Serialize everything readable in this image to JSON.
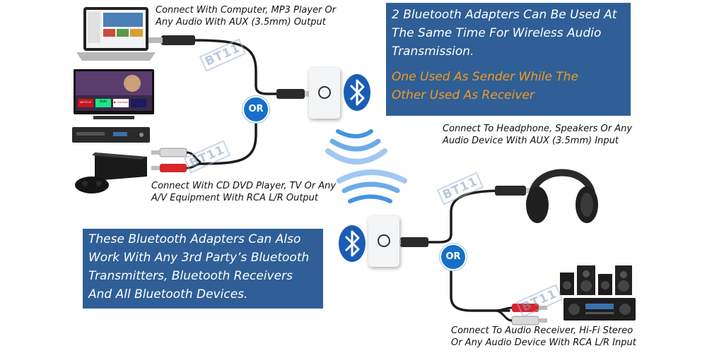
{
  "captions": {
    "computer": [
      "Connect With Computer, MP3 Player Or",
      "Any Audio With AUX (3.5mm) Output"
    ],
    "dvd": [
      "Connect With CD DVD Player, TV Or Any",
      "A/V Equipment With RCA L/R Output"
    ],
    "headphone": [
      "Connect To Headphone, Speakers Or Any",
      "Audio Device With AUX (3.5mm) Input"
    ],
    "receiver": [
      "Connect To Audio Receiver, Hi-Fi Stereo",
      "Or Any Audio Device With RCA L/R Input"
    ]
  },
  "top_panel": {
    "lines": [
      "2 Bluetooth Adapters Can Be Used At",
      "The Same Time For Wireless Audio",
      "Transmission."
    ],
    "highlight_lines": [
      "One Used As Sender While The",
      "Other Used As Receiver"
    ],
    "highlight_color": "#f39a1e"
  },
  "bottom_panel": {
    "lines": [
      "These Bluetooth Adapters Can Also",
      "Work With Any 3rd Party’s Bluetooth",
      "Transmitters, Bluetooth Receivers",
      "And All Bluetooth Devices."
    ]
  },
  "or_badges": [
    "OR",
    "OR"
  ],
  "watermarks": [
    "BT11",
    "BT11",
    "BT11",
    "BT11"
  ],
  "tv_apps": [
    "NETFLIX",
    "hulu",
    "▶ YouTube"
  ],
  "colors": {
    "panel": "#2f5f96",
    "bluetooth": "#1a5db5",
    "or_badge": "#1670c8",
    "cable": "#1c1c1c"
  }
}
